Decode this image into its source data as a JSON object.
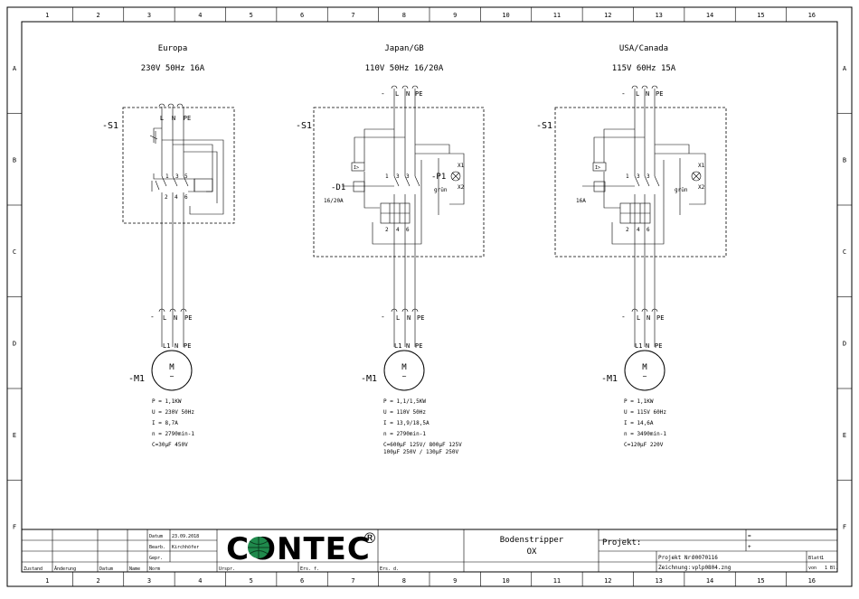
{
  "frame": {
    "columns": [
      "1",
      "2",
      "3",
      "4",
      "5",
      "6",
      "7",
      "8",
      "9",
      "10",
      "11",
      "12",
      "13",
      "14",
      "15",
      "16"
    ],
    "rows": [
      "A",
      "B",
      "C",
      "D",
      "E",
      "F"
    ]
  },
  "circuits": [
    {
      "title": "Europa",
      "rating": "230V 50Hz 16A",
      "switch_tag": "-S1",
      "supply_terminals": [
        "L",
        "N",
        "PE"
      ],
      "switch_contacts_top": [
        "1",
        "3",
        "5"
      ],
      "switch_contacts_bottom": [
        "2",
        "4",
        "6"
      ],
      "feed_label": "-",
      "motor_feed_terminals": [
        "L",
        "N",
        "PE"
      ],
      "motor_terminals": [
        "L1",
        "N",
        "PE"
      ],
      "motor_tag": "-M1",
      "motor_symbol": "M",
      "motor_phase": "~",
      "specs": [
        "P = 1,1KW",
        "U = 230V 50Hz",
        "I = 8,7A",
        "n = 2790min-1",
        "C=30µF 450V"
      ]
    },
    {
      "title": "Japan/GB",
      "rating": "110V 50Hz 16/20A",
      "switch_tag": "-S1",
      "supply_label": "-",
      "supply_terminals": [
        "L",
        "N",
        "PE"
      ],
      "breaker_tag": "-D1",
      "breaker_rating": "16/20A",
      "lamp_tag": "-P1",
      "lamp_color": "grün",
      "lamp_terminals": [
        "X1",
        "X2"
      ],
      "relay_label": "I>",
      "switch_contacts_top": [
        "1",
        "3",
        "3"
      ],
      "switch_contacts_bottom": [
        "2",
        "4",
        "6"
      ],
      "feed_label": "-",
      "motor_feed_terminals": [
        "L",
        "N",
        "PE"
      ],
      "motor_terminals": [
        "L1",
        "N",
        "PE"
      ],
      "motor_tag": "-M1",
      "motor_symbol": "M",
      "motor_phase": "~",
      "specs": [
        "P = 1,1/1,5KW",
        "U = 110V 50Hz",
        "I = 13,9/18,5A",
        "n = 2790min-1",
        "C=600µF 125V/ 800µF 125V",
        "100µF 250V / 130µF 250V"
      ]
    },
    {
      "title": "USA/Canada",
      "rating": "115V 60Hz 15A",
      "switch_tag": "-S1",
      "supply_label": "-",
      "supply_terminals": [
        "L",
        "N",
        "PE"
      ],
      "breaker_rating": "16A",
      "lamp_color": "grün",
      "lamp_terminals": [
        "X1",
        "X2"
      ],
      "relay_label": "I>",
      "switch_contacts_top": [
        "1",
        "3",
        "3"
      ],
      "switch_contacts_bottom": [
        "2",
        "4",
        "6"
      ],
      "feed_label": "-",
      "motor_feed_terminals": [
        "L",
        "N",
        "PE"
      ],
      "motor_terminals": [
        "L1",
        "N",
        "PE"
      ],
      "motor_tag": "-M1",
      "motor_symbol": "M",
      "motor_phase": "~",
      "specs": [
        "P = 1,1KW",
        "U = 115V 60Hz",
        "I = 14,6A",
        "n = 3490min-1",
        "C=120µF 220V"
      ]
    }
  ],
  "title_block": {
    "datum_label": "Datum",
    "datum_value": "23.09.2018",
    "bearb_label": "Bearb.",
    "bearb_value": "Kirchhöfer",
    "gepr_label": "Gepr.",
    "norm_label": "Norm",
    "zustand_label": "Zustand",
    "aenderung_label": "Änderung",
    "datum2_label": "Datum",
    "name_label": "Name",
    "urspr_label": "Urspr.",
    "ers_f_label": "Ers. f.",
    "ers_d_label": "Ers. d.",
    "company": "CONTEC",
    "registered": "®",
    "product_line1": "Bodenstripper",
    "product_line2": "OX",
    "projekt_label": "Projekt:",
    "eq_mark": "=",
    "plus_mark": "+",
    "projekt_nr_label": "Projekt Nr.",
    "projekt_nr_value": "00070116",
    "zeichnung_label": "Zeichnung:",
    "zeichnung_value": "vplp0804.zng",
    "blatt_label": "Blatt",
    "blatt_value": "1",
    "von_label": "von",
    "von_value": "1 Bl."
  }
}
